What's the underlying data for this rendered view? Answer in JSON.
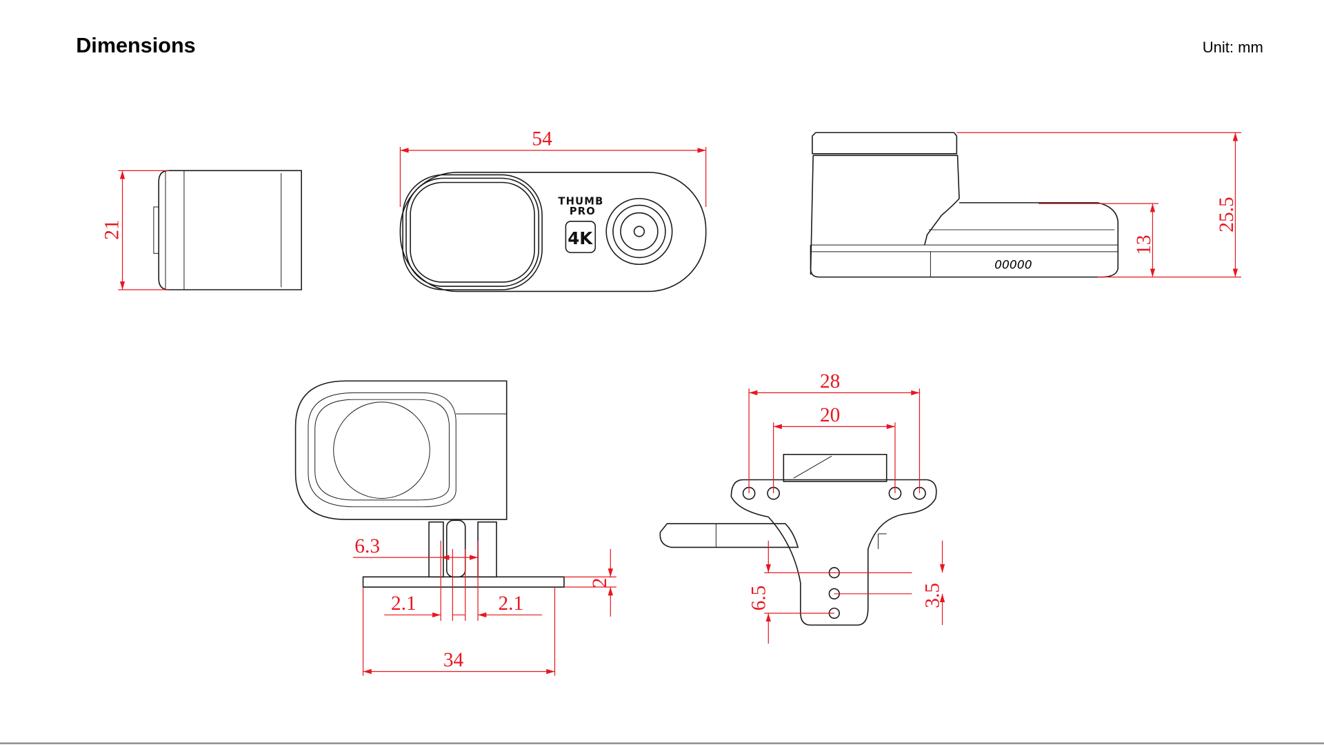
{
  "header": {
    "title": "Dimensions",
    "unit": "Unit: mm"
  },
  "product": {
    "logo_line1": "THUMB",
    "logo_line2": "PRO",
    "badge": "4K"
  },
  "dimensions": {
    "side_height": "21",
    "front_width": "54",
    "top_total_height": "25.5",
    "top_step_height": "13",
    "mount_gap": "6.3",
    "mount_left": "2.1",
    "mount_right": "2.1",
    "mount_base_width": "34",
    "mount_plate_thickness": "2",
    "bracket_outer": "28",
    "bracket_inner": "20",
    "bracket_drop": "6.5",
    "bracket_hole_pitch": "3.5"
  },
  "colors": {
    "dimension": "#e8171f",
    "line": "#1a1a1a"
  }
}
